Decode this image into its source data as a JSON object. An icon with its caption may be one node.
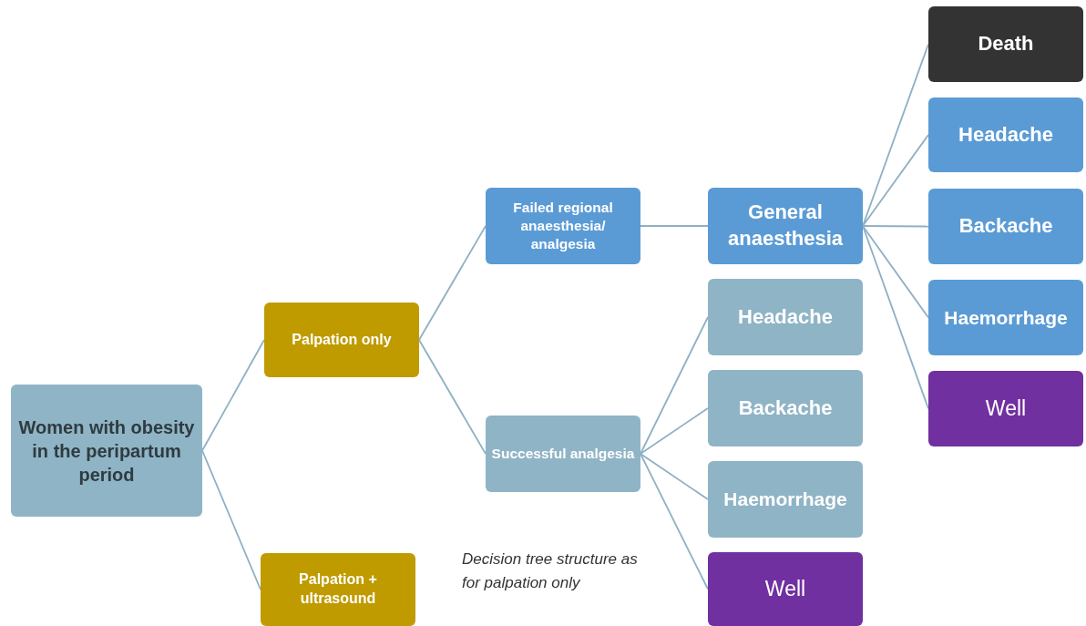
{
  "diagram": {
    "nodes": [
      {
        "text": [
          "Women with obesity in the peripartum period"
        ]
      },
      {
        "text": [
          "Palpation only"
        ]
      },
      {
        "text": [
          "Palpation + ultrasound"
        ]
      },
      {
        "text": [
          "Failed regional anaesthesia/ analgesia"
        ]
      },
      {
        "text": [
          "Successful analgesia"
        ]
      },
      {
        "text": [
          "General anaesthesia"
        ]
      },
      {
        "text": [
          "Headache"
        ]
      },
      {
        "text": [
          "Backache"
        ]
      },
      {
        "text": [
          "Haemorrhage"
        ]
      },
      {
        "text": [
          "Well"
        ]
      },
      {
        "text": [
          "Death"
        ]
      },
      {
        "text": [
          "Headache"
        ]
      },
      {
        "text": [
          "Backache"
        ]
      },
      {
        "text": [
          "Haemorrhage"
        ]
      },
      {
        "text": [
          "Well"
        ]
      }
    ],
    "edges": [
      {
        "from": 0,
        "to": 1,
        "arrow": "none"
      },
      {
        "from": 0,
        "to": 2,
        "arrow": "none"
      },
      {
        "from": 1,
        "to": 3,
        "arrow": "none"
      },
      {
        "from": 1,
        "to": 4,
        "arrow": "none"
      },
      {
        "from": 3,
        "to": 5,
        "arrow": "none"
      },
      {
        "from": 4,
        "to": 6,
        "arrow": "none"
      },
      {
        "from": 4,
        "to": 7,
        "arrow": "none"
      },
      {
        "from": 4,
        "to": 8,
        "arrow": "none"
      },
      {
        "from": 4,
        "to": 9,
        "arrow": "none"
      },
      {
        "from": 5,
        "to": 10,
        "arrow": "none"
      },
      {
        "from": 5,
        "to": 11,
        "arrow": "none"
      },
      {
        "from": 5,
        "to": 12,
        "arrow": "none"
      },
      {
        "from": 5,
        "to": 13,
        "arrow": "none"
      },
      {
        "from": 5,
        "to": 14,
        "arrow": "none"
      }
    ],
    "labels": [
      "Decision tree structure as for palpation only"
    ]
  }
}
